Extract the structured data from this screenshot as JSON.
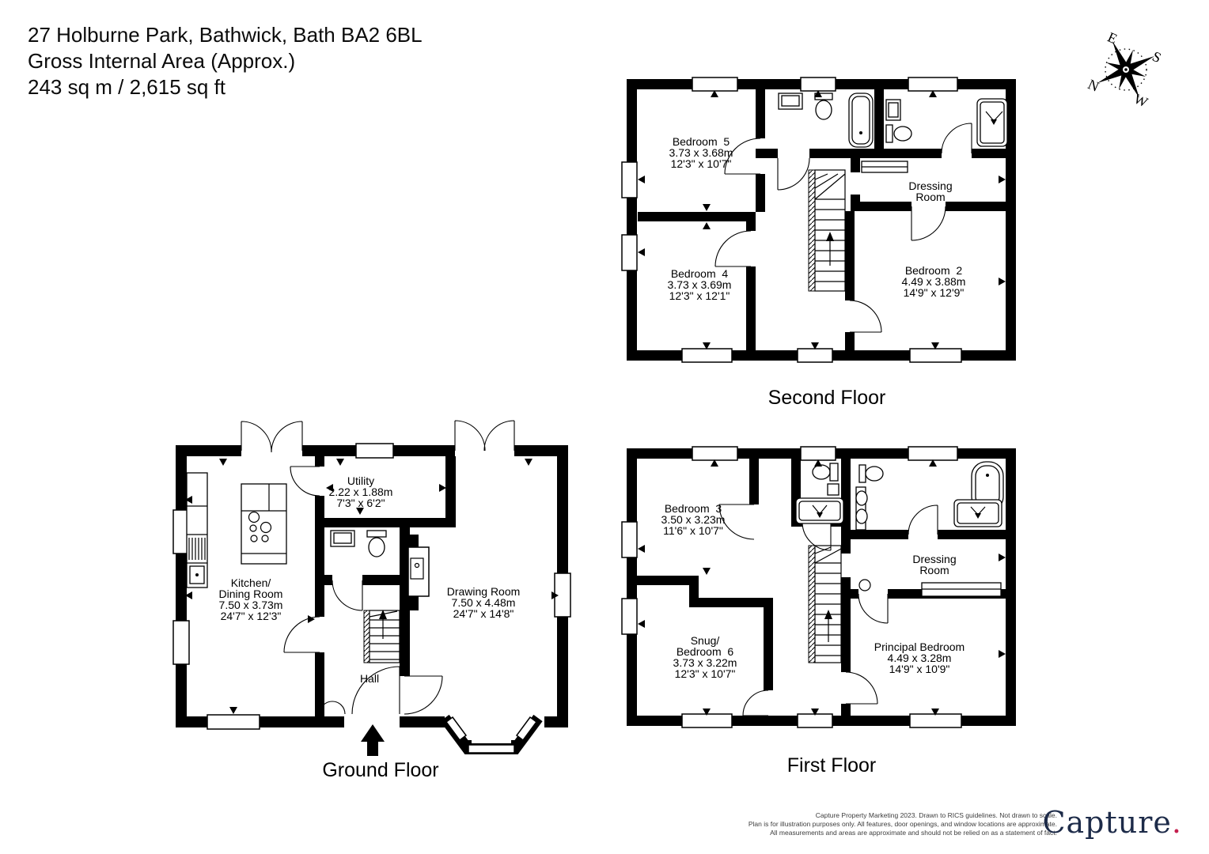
{
  "header": {
    "address": "27 Holburne Park, Bathwick, Bath BA2 6BL",
    "area_label": "Gross Internal Area (Approx.)",
    "area_value": "243 sq m / 2,615 sq ft"
  },
  "compass": {
    "n": "N",
    "e": "E",
    "s": "S",
    "w": "W"
  },
  "floors": {
    "ground": {
      "label": "Ground Floor",
      "rooms": {
        "kitchen": {
          "line1": "Kitchen/",
          "line2": "Dining Room",
          "metric": "7.50 x 3.73m",
          "imperial": "24'7\" x 12'3\""
        },
        "utility": {
          "name": "Utility",
          "metric": "2.22 x 1.88m",
          "imperial": "7'3\" x 6'2\""
        },
        "drawing": {
          "name": "Drawing Room",
          "metric": "7.50 x 4.48m",
          "imperial": "24'7\" x 14'8\""
        },
        "hall": {
          "name": "Hall"
        }
      }
    },
    "first": {
      "label": "First Floor",
      "rooms": {
        "bedroom3": {
          "name": "Bedroom  3",
          "metric": "3.50 x 3.23m",
          "imperial": "11'6\" x 10'7\""
        },
        "snug": {
          "line1": "Snug/",
          "line2": "Bedroom  6",
          "metric": "3.73 x 3.22m",
          "imperial": "12'3\" x 10'7\""
        },
        "dressing": {
          "line1": "Dressing",
          "line2": "Room"
        },
        "principal": {
          "name": "Principal Bedroom",
          "metric": "4.49 x 3.28m",
          "imperial": "14'9\" x 10'9\""
        }
      }
    },
    "second": {
      "label": "Second Floor",
      "rooms": {
        "bedroom5": {
          "name": "Bedroom  5",
          "metric": "3.73 x 3.68m",
          "imperial": "12'3\" x 10'7\""
        },
        "bedroom4": {
          "name": "Bedroom  4",
          "metric": "3.73 x 3.69m",
          "imperial": "12'3\" x 12'1\""
        },
        "bedroom2": {
          "name": "Bedroom  2",
          "metric": "4.49 x 3.88m",
          "imperial": "14'9\" x 12'9\""
        },
        "dressing": {
          "line1": "Dressing",
          "line2": "Room"
        }
      }
    }
  },
  "footer": {
    "disclaimer": [
      "Capture Property Marketing 2023. Drawn to RICS guidelines.  Not drawn to scale.",
      "Plan is for illustration purposes only. All features, door openings, and window locations are approximate.",
      "All measurements and areas are approximate and should not be relied on as a statement of fact."
    ],
    "logo": {
      "text": "Capture",
      "dot": ".",
      "color": "#1d2b49",
      "dot_color": "#c41f4e"
    }
  }
}
